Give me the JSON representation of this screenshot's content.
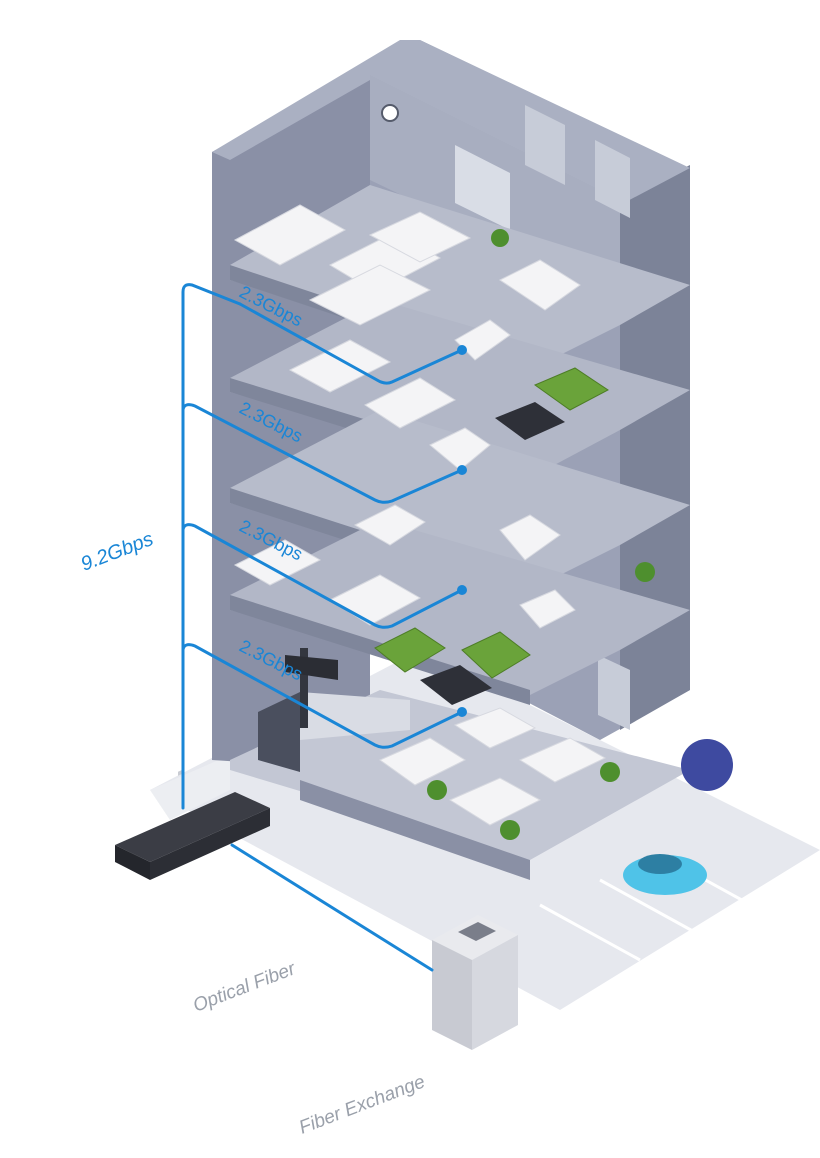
{
  "floor_speeds": [
    "2.3Gbps",
    "2.3Gbps",
    "2.3Gbps",
    "2.3Gbps"
  ],
  "total_speed": "9.2Gbps",
  "optical_fiber_label": "Optical Fiber",
  "fiber_exchange_label": "Fiber Exchange",
  "colors": {
    "link": "#1a86d6",
    "building_outer": "#7b8299",
    "building_inner": "#8f95aa",
    "floor_slab": "#9ea4b8",
    "ground": "#e6e8ee",
    "furniture": "#f4f4f6",
    "sofa": "#6aa33a",
    "car": "#4fc3e8"
  }
}
